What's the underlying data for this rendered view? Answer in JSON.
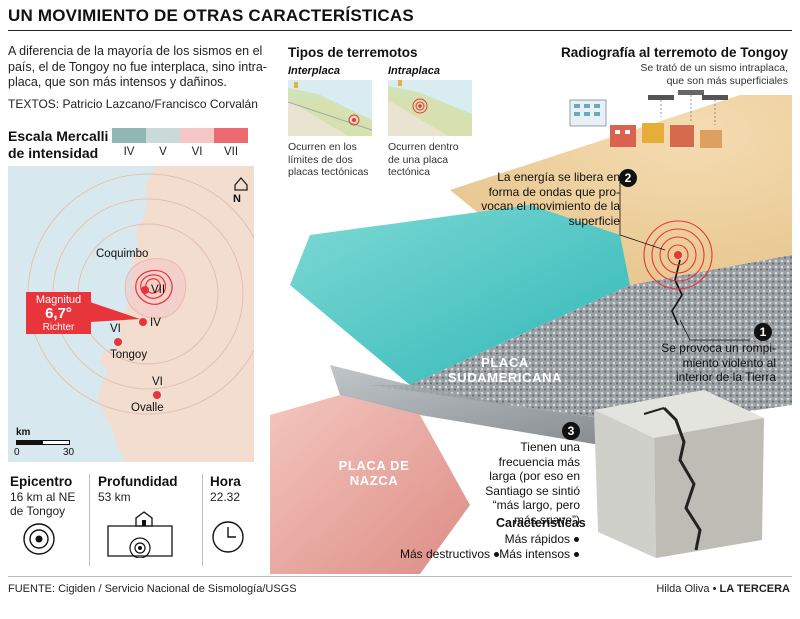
{
  "header": {
    "title": "UN MOVIMIENTO DE OTRAS CARACTERÍSTICAS"
  },
  "intro": {
    "text": "A diferencia de la mayoría de los sismos en el país, el de Tongoy no fue interplaca, sino intra-placa, que son más intensos y dañinos.",
    "credits": "TEXTOS: Patricio Lazcano/Francisco Corvalán"
  },
  "mercalli": {
    "title_line1": "Escala Mercalli",
    "title_line2": "de intensidad",
    "levels": [
      {
        "label": "IV",
        "color": "#8fb8b4"
      },
      {
        "label": "V",
        "color": "#c9dad8"
      },
      {
        "label": "VI",
        "color": "#f4c8c6"
      },
      {
        "label": "VII",
        "color": "#ec6a70"
      }
    ]
  },
  "map": {
    "north": "N",
    "cities": {
      "coquimbo": "Coquimbo",
      "tongoy": "Tongoy",
      "ovalle": "Ovalle"
    },
    "intensities": {
      "coquimbo": "VII",
      "epicenter": "IV",
      "tongoy": "VI",
      "ovalle": "VI"
    },
    "magnitude": {
      "label": "Magnitud",
      "value": "6,7°",
      "unit": "Richter"
    },
    "scale": {
      "unit": "km",
      "min": "0",
      "max": "30"
    }
  },
  "stats": {
    "epicentro": {
      "title": "Epicentro",
      "value": "16 km al NE de Tongoy"
    },
    "profundidad": {
      "title": "Profundidad",
      "value": "53 km"
    },
    "hora": {
      "title": "Hora",
      "value": "22.32"
    }
  },
  "types": {
    "title": "Tipos de terremotos",
    "interplaca": {
      "label": "Interplaca",
      "caption": "Ocurren en los límites de dos placas tectónicas"
    },
    "intraplaca": {
      "label": "Intraplaca",
      "caption": "Ocurren dentro de una placa tectónica"
    }
  },
  "radiography": {
    "title": "Radiografía al terremoto de Tongoy",
    "subtitle": "Se trató de un sismo intraplaca, que son más superficiales",
    "step1": {
      "num": "1",
      "text": "Se provoca un rompi-miento violento al interior de la Tierra"
    },
    "step2": {
      "num": "2",
      "text": "La energía se libera en forma de ondas que pro-vocan el movimiento de la superficie"
    },
    "step3": {
      "num": "3",
      "text": "Tienen una frecuencia más larga (por eso en Santiago se sintió “más largo, pero más suave”)"
    },
    "plates": {
      "sudamericana_1": "PLACA",
      "sudamericana_2": "SUDAMERICANA",
      "nazca_1": "PLACA DE",
      "nazca_2": "NAZCA"
    },
    "features": {
      "title": "Características",
      "f1": "Más rápidos",
      "f2": "Más destructivos",
      "f3": "Más intensos"
    }
  },
  "footer": {
    "source": "FUENTE: Cigiden / Servicio Nacional de Sismología/USGS",
    "author": "Hilda Oliva",
    "outlet": "LA TERCERA"
  }
}
